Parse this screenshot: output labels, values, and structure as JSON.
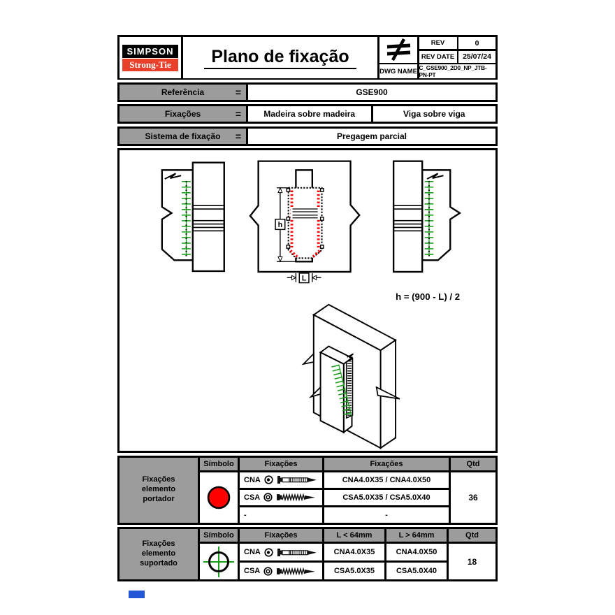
{
  "header": {
    "logo_simpson": "SIMPSON",
    "logo_strongtie": "Strong-Tie",
    "title": "Plano de fixação",
    "rev": {
      "label": "REV",
      "value": "0"
    },
    "rev_date": {
      "label": "REV DATE",
      "value": "25/07/24"
    },
    "dwg": {
      "label": "DWG NAME",
      "value": "C_GSE900_2D0_NP_JTB-PN-PT"
    }
  },
  "reference": {
    "eq": "=",
    "rows": [
      {
        "label": "Referência",
        "values": [
          "GSE900"
        ]
      },
      {
        "label": "Fixações",
        "values": [
          "Madeira sobre madeira",
          "Viga sobre viga"
        ]
      },
      {
        "label": "Sistema de fixação",
        "values": [
          "Pregagem parcial"
        ]
      }
    ]
  },
  "drawing": {
    "formula": "h = (900 - L) / 2",
    "dim_h": "h",
    "dim_l": "L"
  },
  "tables": {
    "portador": {
      "label_lines": [
        "Fixações",
        "elemento",
        "portador"
      ],
      "headers": [
        "Símbolo",
        "Fixações",
        "Fixações",
        "Qtd"
      ],
      "rows": [
        {
          "type": "CNA",
          "spec": "CNA4.0X35 / CNA4.0X50"
        },
        {
          "type": "CSA",
          "spec": "CSA5.0X35 / CSA5.0X40"
        },
        {
          "type": "-",
          "spec": "-"
        }
      ],
      "qty": "36"
    },
    "suportado": {
      "label_lines": [
        "Fixações",
        "elemento",
        "suportado"
      ],
      "headers": [
        "Símbolo",
        "Fixações",
        "L < 64mm",
        "L > 64mm",
        "Qtd"
      ],
      "rows": [
        {
          "type": "CNA",
          "l_lt": "CNA4.0X35",
          "l_gt": "CNA4.0X50"
        },
        {
          "type": "CSA",
          "l_lt": "CSA5.0X35",
          "l_gt": "CSA5.0X40"
        }
      ],
      "qty": "18"
    }
  },
  "colors": {
    "accent_red": "#e8402a",
    "symbol_red": "#ff0000",
    "fastener_green": "#1a9e1a",
    "cell_gray": "#9c9c9c",
    "marker_blue": "#2457d6"
  }
}
